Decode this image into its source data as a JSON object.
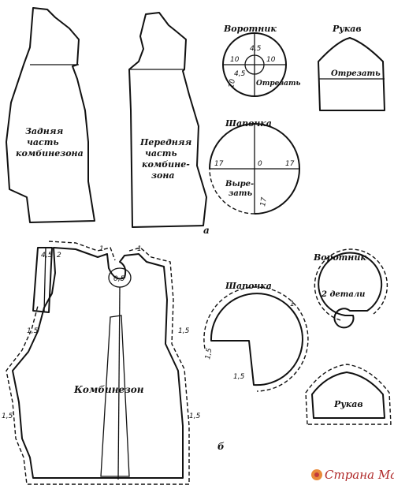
{
  "part_a": {
    "back_label": [
      "Задняя",
      "часть",
      "комбинезона"
    ],
    "front_label": [
      "Передняя",
      "часть",
      "комбине-",
      "зона"
    ],
    "collar_title": "Воротник",
    "collar_dims": {
      "r1": "4,5",
      "r2": "10",
      "r3": "10",
      "r4": "4,5",
      "r5": "10",
      "cut": "Отрезать"
    },
    "cap_title": "Шапочка",
    "cap_dims": {
      "left": "17",
      "center": "0",
      "right": "17",
      "bottom": "17"
    },
    "cap_cut": [
      "Выре-",
      "зать"
    ],
    "sleeve_title": "Рукав",
    "sleeve_cut": "Отрезать",
    "letter": "а"
  },
  "part_b": {
    "main_label": "Комбинезон",
    "top_dims": {
      "a": "4,5",
      "b": "2",
      "c": "1",
      "d": "1",
      "neck": "0,5"
    },
    "side_dims": {
      "left_upper": "1,5",
      "left_lower": "1,5",
      "right_upper": "1,5",
      "right_lower": "1,5"
    },
    "cap_title": "Шапочка",
    "cap_dims": {
      "top": "1",
      "left": "1,5",
      "bottom": "1,5"
    },
    "collar_title": "Воротник",
    "collar_note": "2 детали",
    "sleeve_label": "Рукав",
    "letter": "б"
  },
  "watermark": "Страна Мам"
}
